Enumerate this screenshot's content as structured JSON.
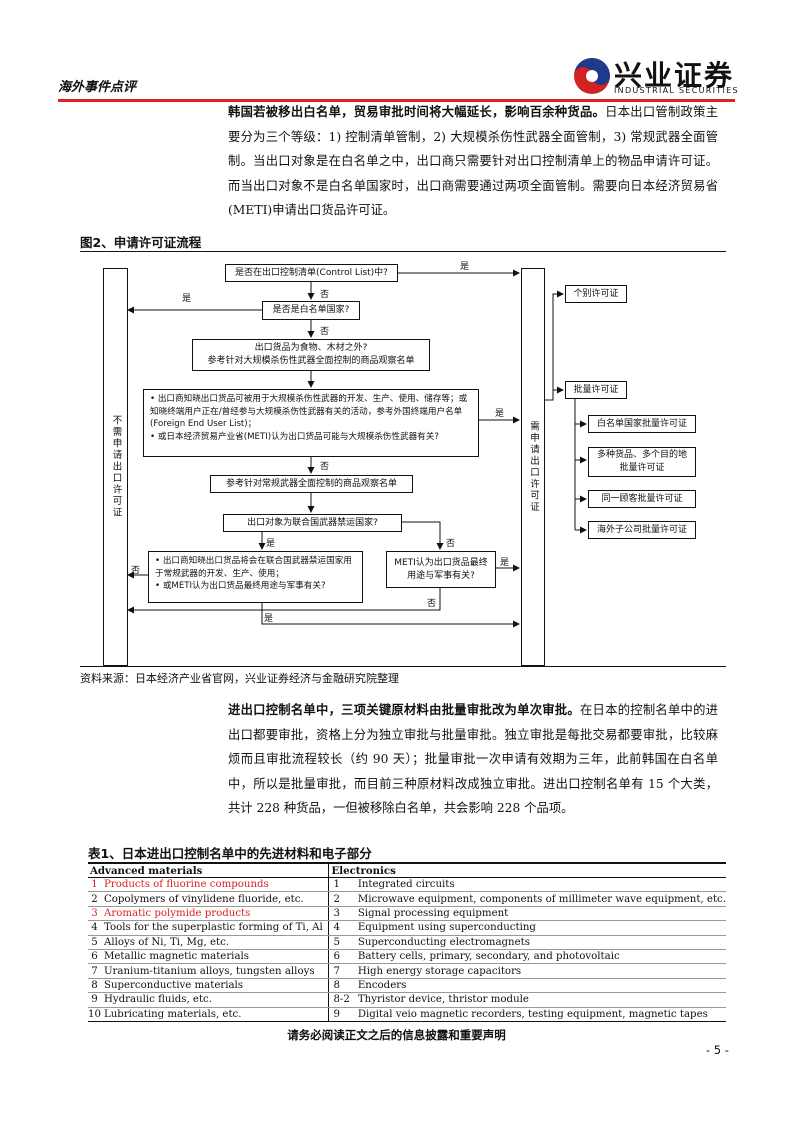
{
  "header": {
    "section": "海外事件点评",
    "logo_cn": "兴业证券",
    "logo_en": "INDUSTRIAL SECURITIES",
    "brand_red": "#d22222",
    "brand_blue": "#1f3a8a"
  },
  "para1": {
    "bold": "韩国若被移出白名单，贸易审批时间将大幅延长，影响百余种货品。",
    "text": "日本出口管制政策主要分为三个等级：1) 控制清单管制，2) 大规模杀伤性武器全面管制，3) 常规武器全面管制。当出口对象是在白名单之中，出口商只需要针对出口控制清单上的物品申请许可证。而当出口对象不是白名单国家时，出口商需要通过两项全面管制。需要向日本经济贸易省(METI)申请出口货品许可证。"
  },
  "figure": {
    "title": "图2、申请许可证流程",
    "source": "资料来源：日本经济产业省官网，兴业证券经济与金融研究院整理",
    "left_col": "不需申请出口许可证",
    "right_col": "需申请出口许可证",
    "q1": "是否在出口控制清单(Control List)中?",
    "q2": "是否是白名单国家?",
    "q3_l1": "出口货品为食物、木材之外?",
    "q3_l2": "参考针对大规模杀伤性武器全面控制的商品观察名单",
    "q4_b1": "出口商知晓出口货品可被用于大规模杀伤性武器的开发、生产、使用、储存等；或知晓终端用户正在/曾经参与大规模杀伤性武器有关的活动，参考外国终端用户名单(Foreign End User List)；",
    "q4_b2": "或日本经济贸易产业省(METI)认为出口货品可能与大规模杀伤性武器有关?",
    "q5": "参考针对常规武器全面控制的商品观察名单",
    "q6": "出口对象为联合国武器禁运国家?",
    "q7_b1": "出口商知晓出口货品将会在联合国武器禁运国家用于常规武器的开发、生产、使用；",
    "q7_b2": "或METI认为出口货品最终用途与军事有关?",
    "q8": "METI认为出口货品最终用途与军事有关?",
    "yes": "是",
    "no": "否",
    "r_individual": "个别许可证",
    "r_bulk": "批量许可证",
    "r_sub1": "白名单国家批量许可证",
    "r_sub2": "多种货品、多个目的地批量许可证",
    "r_sub3": "同一顾客批量许可证",
    "r_sub4": "海外子公司批量许可证"
  },
  "para2": {
    "bold": "进出口控制名单中，三项关键原材料由批量审批改为单次审批。",
    "text": "在日本的控制名单中的进出口都要审批，资格上分为独立审批与批量审批。独立审批是每批交易都要审批，比较麻烦而且审批流程较长（约 90 天）；批量审批一次申请有效期为三年，此前韩国在白名单中，所以是批量审批，而目前三种原材料改成独立审批。进出口控制名单有 15 个大类，共计 228 种货品，一但被移除白名单，共会影响 228 个品项。"
  },
  "table": {
    "title": "表1、日本进出口控制名单中的先进材料和电子部分",
    "headers": [
      "Advanced materials",
      "Electronics"
    ],
    "rows": [
      {
        "n1": "1",
        "m": "Products of fluorine compounds",
        "hl": true,
        "n2": "1",
        "e": "Integrated circuits"
      },
      {
        "n1": "2",
        "m": "Copolymers of vinylidene fluoride, etc.",
        "hl": false,
        "n2": "2",
        "e": "Microwave equipment, components of millimeter wave equipment, etc."
      },
      {
        "n1": "3",
        "m": "Aromatic polymide products",
        "hl": true,
        "n2": "3",
        "e": "Signal processing equipment"
      },
      {
        "n1": "4",
        "m": "Tools for the superplastic forming of Ti, Al",
        "hl": false,
        "n2": "4",
        "e": "Equipment using superconducting"
      },
      {
        "n1": "5",
        "m": "Alloys of Ni, Ti, Mg, etc.",
        "hl": false,
        "n2": "5",
        "e": "Superconducting electromagnets"
      },
      {
        "n1": "6",
        "m": "Metallic magnetic materials",
        "hl": false,
        "n2": "6",
        "e": "Battery cells, primary, secondary, and photovoltaic"
      },
      {
        "n1": "7",
        "m": "Uranium-titanium alloys, tungsten alloys",
        "hl": false,
        "n2": "7",
        "e": "High energy storage capacitors"
      },
      {
        "n1": "8",
        "m": "Superconductive materials",
        "hl": false,
        "n2": "8",
        "e": "Encoders"
      },
      {
        "n1": "9",
        "m": "Hydraulic fluids, etc.",
        "hl": false,
        "n2": "8-2",
        "e": "Thyristor device, thristor module"
      },
      {
        "n1": "10",
        "m": "Lubricating materials, etc.",
        "hl": false,
        "n2": "9",
        "e": "Digital veio magnetic recorders, testing equipment, magnetic tapes"
      }
    ]
  },
  "footer": {
    "note": "请务必阅读正文之后的信息披露和重要声明",
    "page": "- 5 -"
  }
}
